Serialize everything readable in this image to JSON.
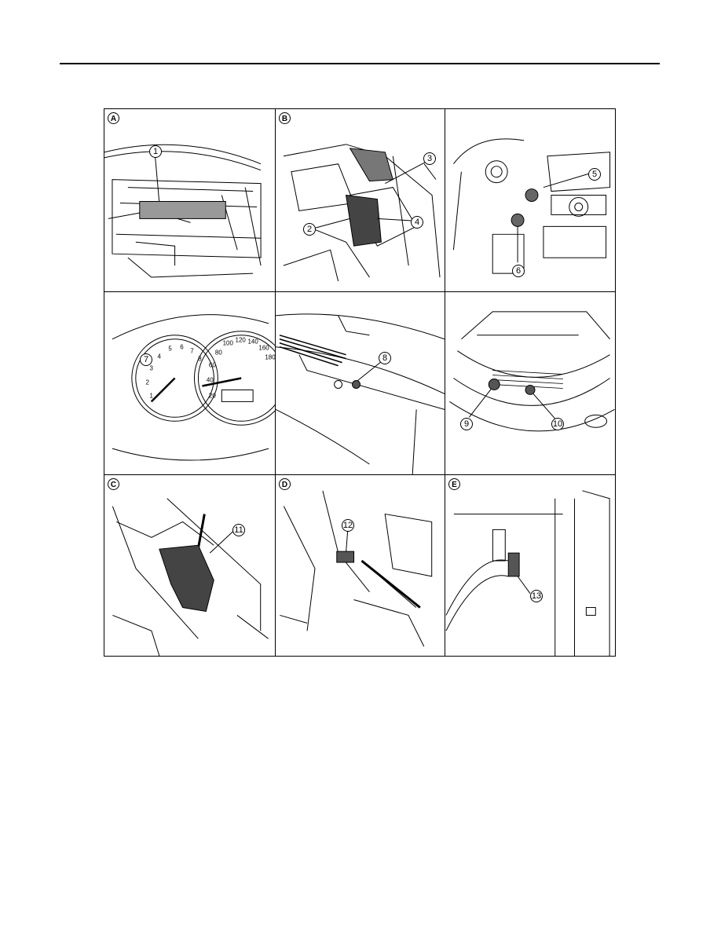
{
  "panels": [
    {
      "letter": "A",
      "callouts": [
        "1"
      ]
    },
    {
      "letter": "B",
      "callouts": [
        "2",
        "3",
        "4"
      ]
    },
    {
      "letter": "",
      "callouts": [
        "5",
        "6"
      ]
    },
    {
      "letter": "",
      "callouts": [
        "7"
      ]
    },
    {
      "letter": "",
      "callouts": [
        "8"
      ]
    },
    {
      "letter": "",
      "callouts": [
        "9",
        "10"
      ]
    },
    {
      "letter": "C",
      "callouts": [
        "11"
      ]
    },
    {
      "letter": "D",
      "callouts": [
        "12"
      ]
    },
    {
      "letter": "E",
      "callouts": [
        "13"
      ]
    }
  ],
  "gauge_cluster": {
    "speedometer_ticks": [
      "20",
      "40",
      "60",
      "80",
      "100",
      "120",
      "140",
      "160",
      "180"
    ],
    "tachometer_ticks": [
      "1",
      "2",
      "3",
      "4",
      "5",
      "6",
      "7",
      "8"
    ]
  }
}
